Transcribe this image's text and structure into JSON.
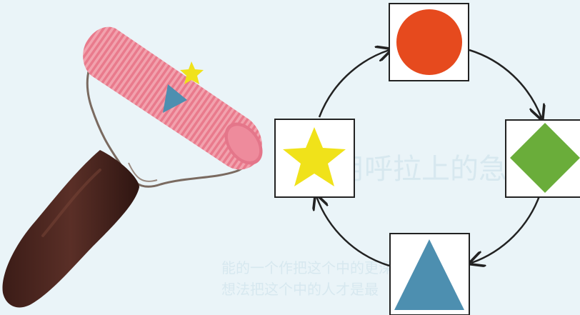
{
  "scene": {
    "background_color": "#eaf4f8",
    "roller": {
      "stripe_colors": [
        "#e97a8c",
        "#f2a2ae"
      ],
      "handle_color": "#4a2620",
      "handle_highlight": "#6b3a2f",
      "wire_color": "#7a6a60",
      "shapes_on_roller": [
        "star-icon",
        "triangle-icon"
      ]
    },
    "cycle": {
      "direction": "clockwise",
      "arrow_color": "#222222",
      "nodes": [
        {
          "position": "top",
          "shape": "circle-icon",
          "color": "#e64a1e"
        },
        {
          "position": "right",
          "shape": "diamond-icon",
          "color": "#6aad3a"
        },
        {
          "position": "bottom",
          "shape": "triangle-icon",
          "color": "#4d8fb0"
        },
        {
          "position": "left",
          "shape": "star-icon",
          "color": "#f0e21a"
        }
      ]
    },
    "background_text": {
      "line1": "用呼拉上的急",
      "line2": "能的一个作把这个中的更深",
      "line3": "想法把这个中的人才是最"
    }
  }
}
